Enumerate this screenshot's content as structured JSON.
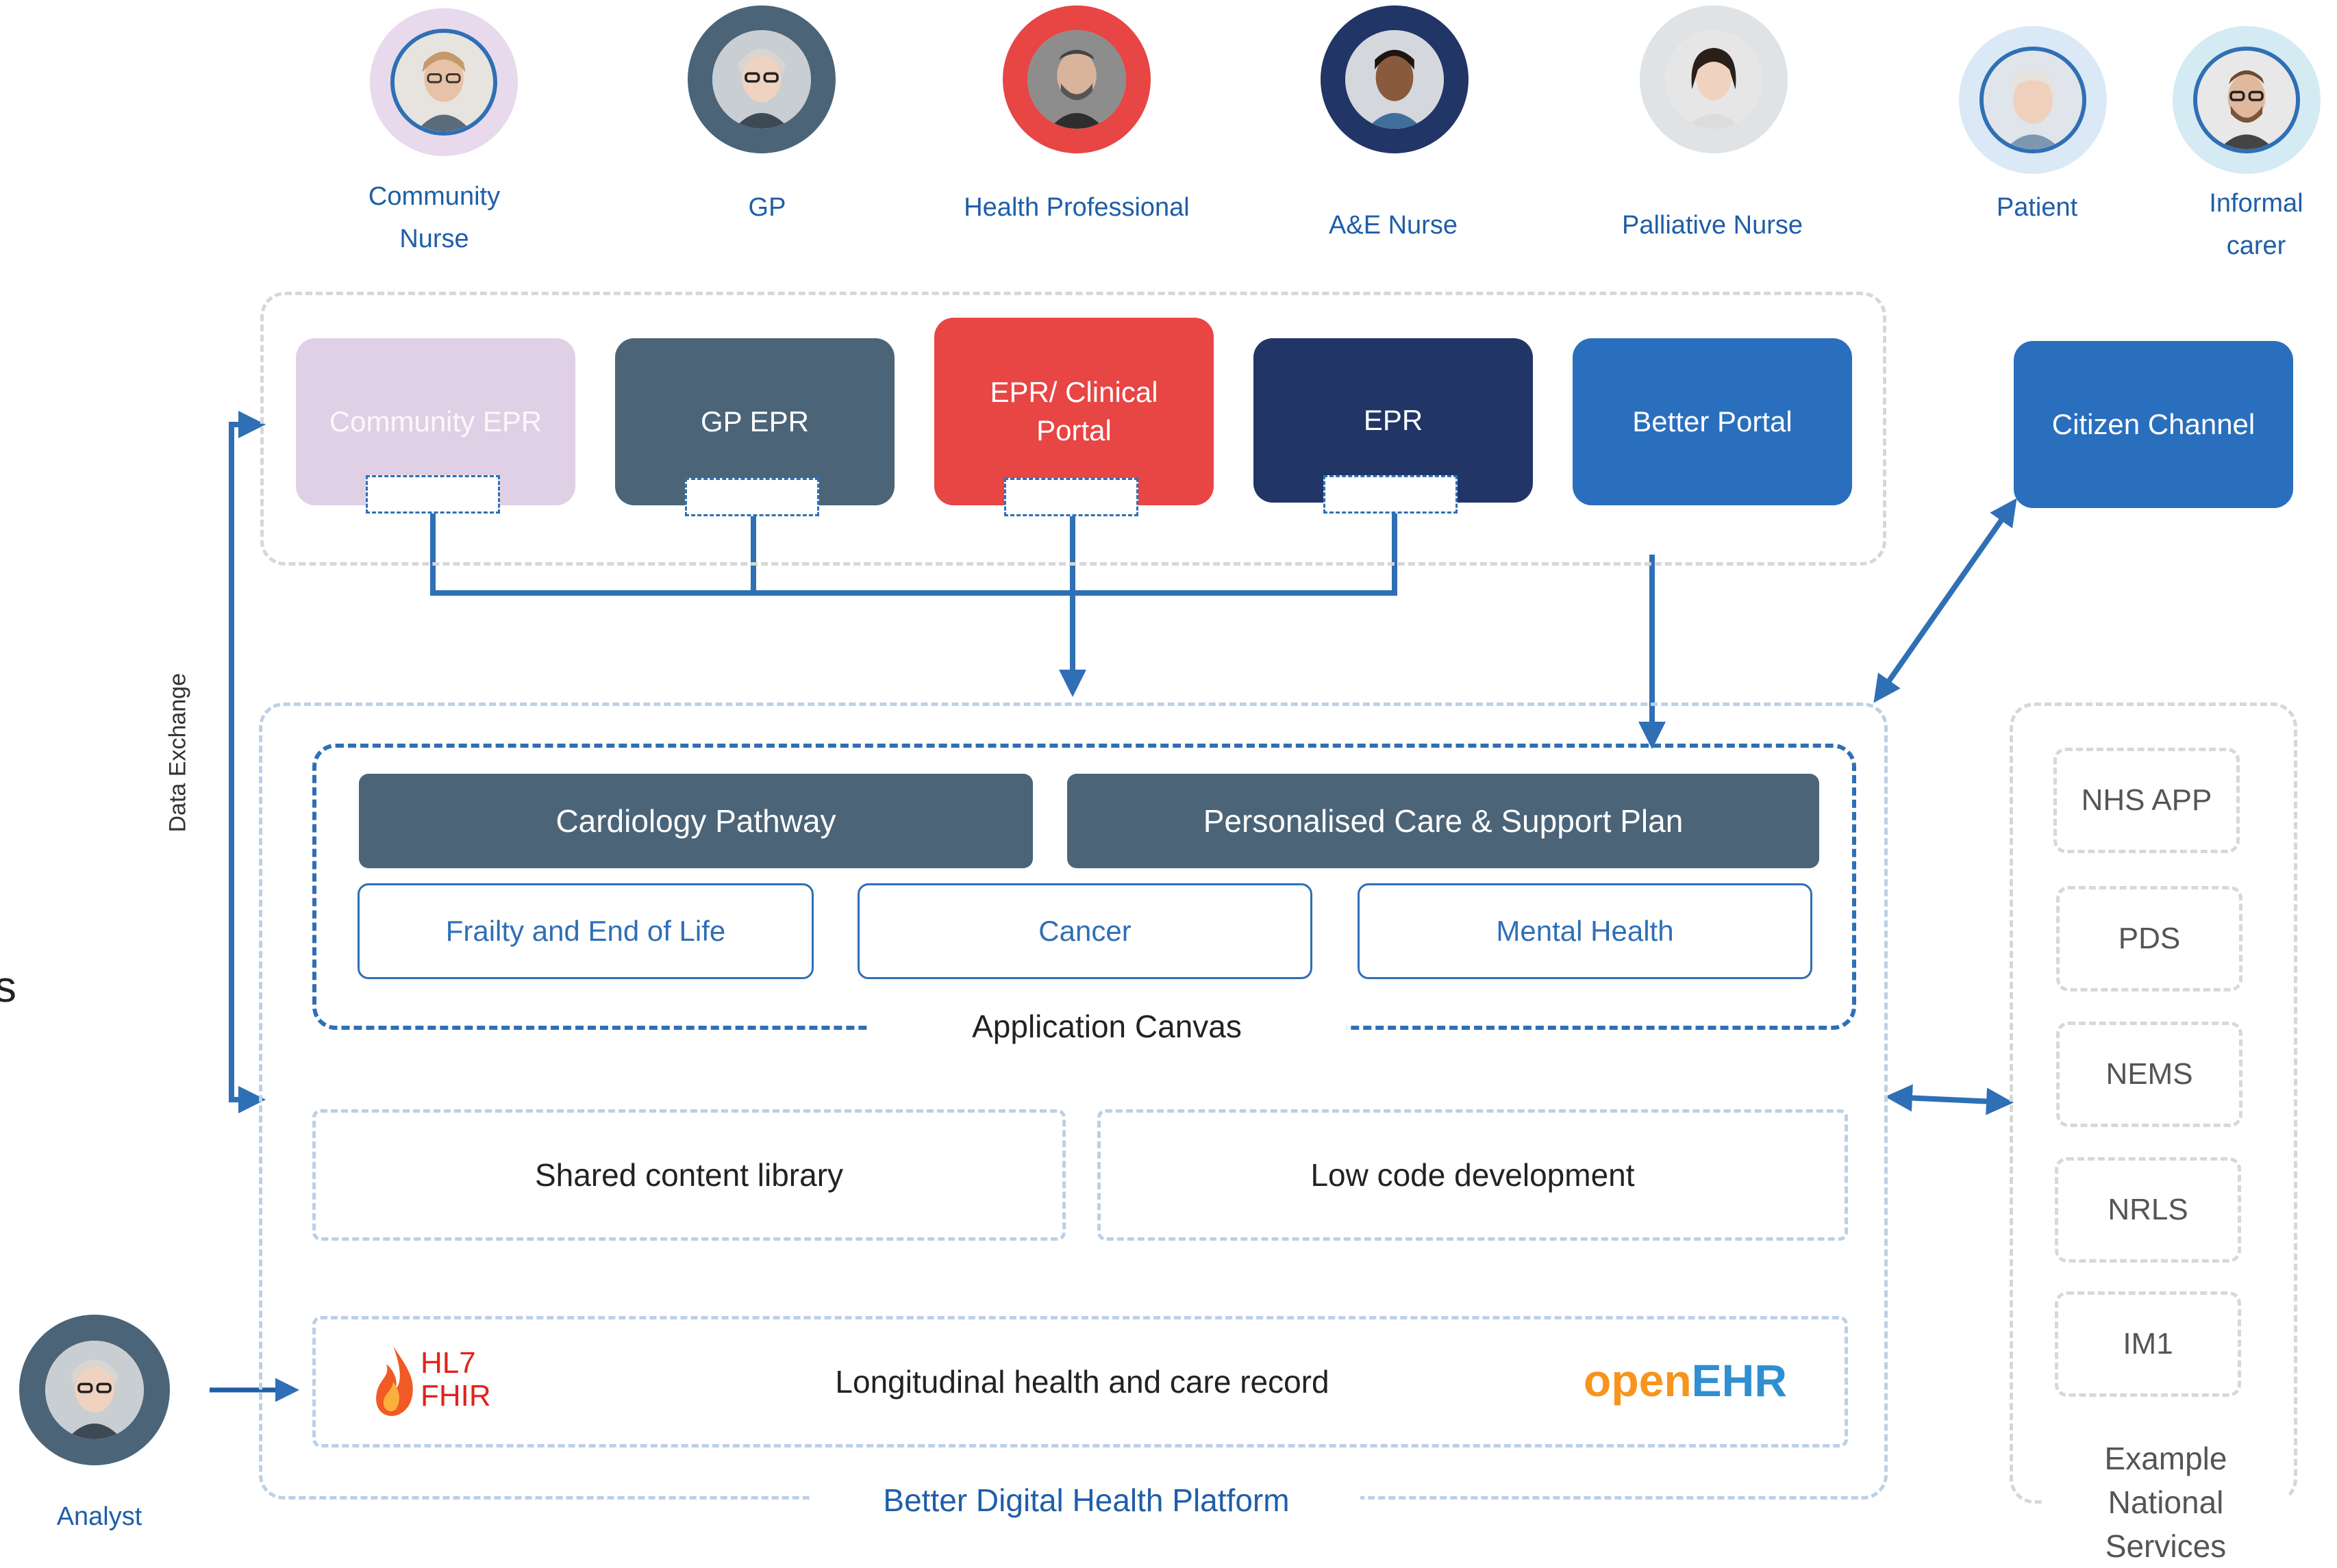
{
  "personas": [
    {
      "id": "community-nurse",
      "label_line1": "Community",
      "label_line2": "Nurse",
      "ring_color": "#e8d9ec"
    },
    {
      "id": "gp",
      "label": "GP",
      "ring_color": "#4b6478"
    },
    {
      "id": "health-professional",
      "label": "Health Professional",
      "ring_color": "#e84545"
    },
    {
      "id": "ae-nurse",
      "label": "A&E Nurse",
      "ring_color": "#213566"
    },
    {
      "id": "palliative-nurse",
      "label": "Palliative Nurse",
      "ring_color": "#dfe3e6"
    },
    {
      "id": "patient",
      "label": "Patient",
      "ring_color": "#dbe9f6"
    },
    {
      "id": "informal-carer",
      "label_line1": "Informal",
      "label_line2": "carer",
      "ring_color": "#d5ebf3"
    }
  ],
  "apps": {
    "community_epr": "Community EPR",
    "gp_epr": "GP EPR",
    "epr_clinical_portal_line1": "EPR/ Clinical",
    "epr_clinical_portal_line2": "Portal",
    "epr": "EPR",
    "better_portal": "Better Portal",
    "citizen_channel": "Citizen Channel"
  },
  "colors": {
    "community_epr": "#e0d0e5",
    "gp_epr": "#4b6478",
    "epr_clinical_portal": "#e84545",
    "epr": "#213566",
    "better_portal": "#2a6fbd",
    "citizen_channel": "#2a6fbd",
    "accent_blue": "#2f6fb5"
  },
  "data_exchange_label": "Data Exchange",
  "canvas": {
    "cardiology": "Cardiology Pathway",
    "personalised_care": "Personalised Care & Support Plan",
    "frailty": "Frailty and End of Life",
    "cancer": "Cancer",
    "mental_health": "Mental Health",
    "label": "Application Canvas"
  },
  "platform": {
    "shared_content": "Shared content library",
    "low_code": "Low code development",
    "longitudinal": "Longitudinal health and care record",
    "hl7_line1": "HL7",
    "hl7_line2": "FHIR",
    "openehr_open": "open",
    "openehr_ehr": "EHR",
    "label": "Better Digital Health Platform"
  },
  "national_services": {
    "items": [
      "NHS APP",
      "PDS",
      "NEMS",
      "NRLS",
      "IM1"
    ],
    "label_line1": "Example",
    "label_line2": "National",
    "label_line3": "Services"
  },
  "analyst_label": "Analyst",
  "edge_fragment": "s"
}
